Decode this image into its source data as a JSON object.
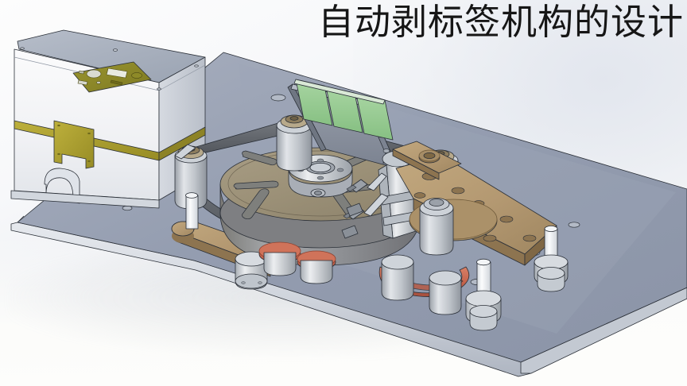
{
  "scene": {
    "title": "自动剥标签机构的设计",
    "kind": "cad-3d-render",
    "software_look": "SolidWorks isometric shaded with edges",
    "background": {
      "top_left_hex": "#fdfdfd",
      "mid_hex": "#eceef2",
      "bottom_hex": "#fdfdfb",
      "right_tint_hex": "#e2e6ee"
    },
    "title_color_hex": "#161616"
  },
  "palette": {
    "base_plate_top_hex": "#9099ab",
    "base_plate_top_light_hex": "#a7aebd",
    "base_plate_edge_hex": "#d8dce3",
    "base_plate_side_hex": "#b9c0cb",
    "enclosure_body_hex": "#f2f3f5",
    "enclosure_top_hex": "#a8b0be",
    "enclosure_side_hex": "#cdd2da",
    "gold_trim_hex": "#a59a2e",
    "gold_panel_hex": "#b3a734",
    "pcb_hex": "#8e8a28",
    "disc_top_hex": "#9d9279",
    "disc_rim_hex": "#7d7868",
    "disc_side_hex": "#8b8a86",
    "mount_plate_hex": "#b59a72",
    "mount_plate_edge_hex": "#8d7450",
    "roller_steel_hex": "#c6cacf",
    "roller_steel_dark_hex": "#9aa0a8",
    "bearing_bronze_hex": "#8c7a5c",
    "belt_dark_hex": "#6a6e73",
    "belt_red_hex": "#c9664f",
    "label_green_hex": "#93c98e",
    "rail_gray_hex": "#8a919d",
    "standoff_white_hex": "#eef0f2",
    "hub_silver_hex": "#c9cdd3",
    "line_hex": "#2b3038"
  },
  "assembly": {
    "name": "自动剥标签机构",
    "components": [
      {
        "id": "base-plate",
        "label": "底板 (base plate)",
        "color_hex": "#9099ab"
      },
      {
        "id": "control-enclosure",
        "label": "控制箱 (control enclosure)",
        "color_hex": "#f2f3f5"
      },
      {
        "id": "control-pcb",
        "label": "电路板 (PCB)",
        "color_hex": "#8e8a28"
      },
      {
        "id": "gold-trim-band",
        "label": "金色饰条 (trim band)",
        "color_hex": "#a59a2e"
      },
      {
        "id": "gold-access-panel",
        "label": "接线面板 (access panel)",
        "color_hex": "#b3a734"
      },
      {
        "id": "rotary-disc",
        "label": "转盘 (rotary disc)",
        "color_hex": "#9d9279"
      },
      {
        "id": "disc-hub",
        "label": "轮毂法兰 (hub flange)",
        "color_hex": "#c9cdd3"
      },
      {
        "id": "label-strip",
        "label": "标签带 (label strip)",
        "color_hex": "#93c98e"
      },
      {
        "id": "feed-rail",
        "label": "导轨 (feed rail)",
        "color_hex": "#8a919d"
      },
      {
        "id": "drive-belt",
        "label": "传动带 (drive belt)",
        "color_hex": "#6a6e73"
      },
      {
        "id": "timing-belt",
        "label": "同步带 (timing belt)",
        "color_hex": "#c9664f"
      },
      {
        "id": "roller-assembly",
        "label": "滚轮组 (roller assembly)",
        "color_hex": "#c6cacf"
      },
      {
        "id": "peel-head",
        "label": "剥离头 (peel head)",
        "color_hex": "#c6cacf"
      },
      {
        "id": "mount-bracket",
        "label": "安装支架 (mount bracket)",
        "color_hex": "#b59a72"
      },
      {
        "id": "standoff-posts",
        "label": "支撑柱 (standoff posts)",
        "color_hex": "#eef0f2"
      }
    ],
    "counts": {
      "rollers": 6,
      "disc_slots": 6,
      "label_panels": 3,
      "standoffs": 4
    }
  }
}
